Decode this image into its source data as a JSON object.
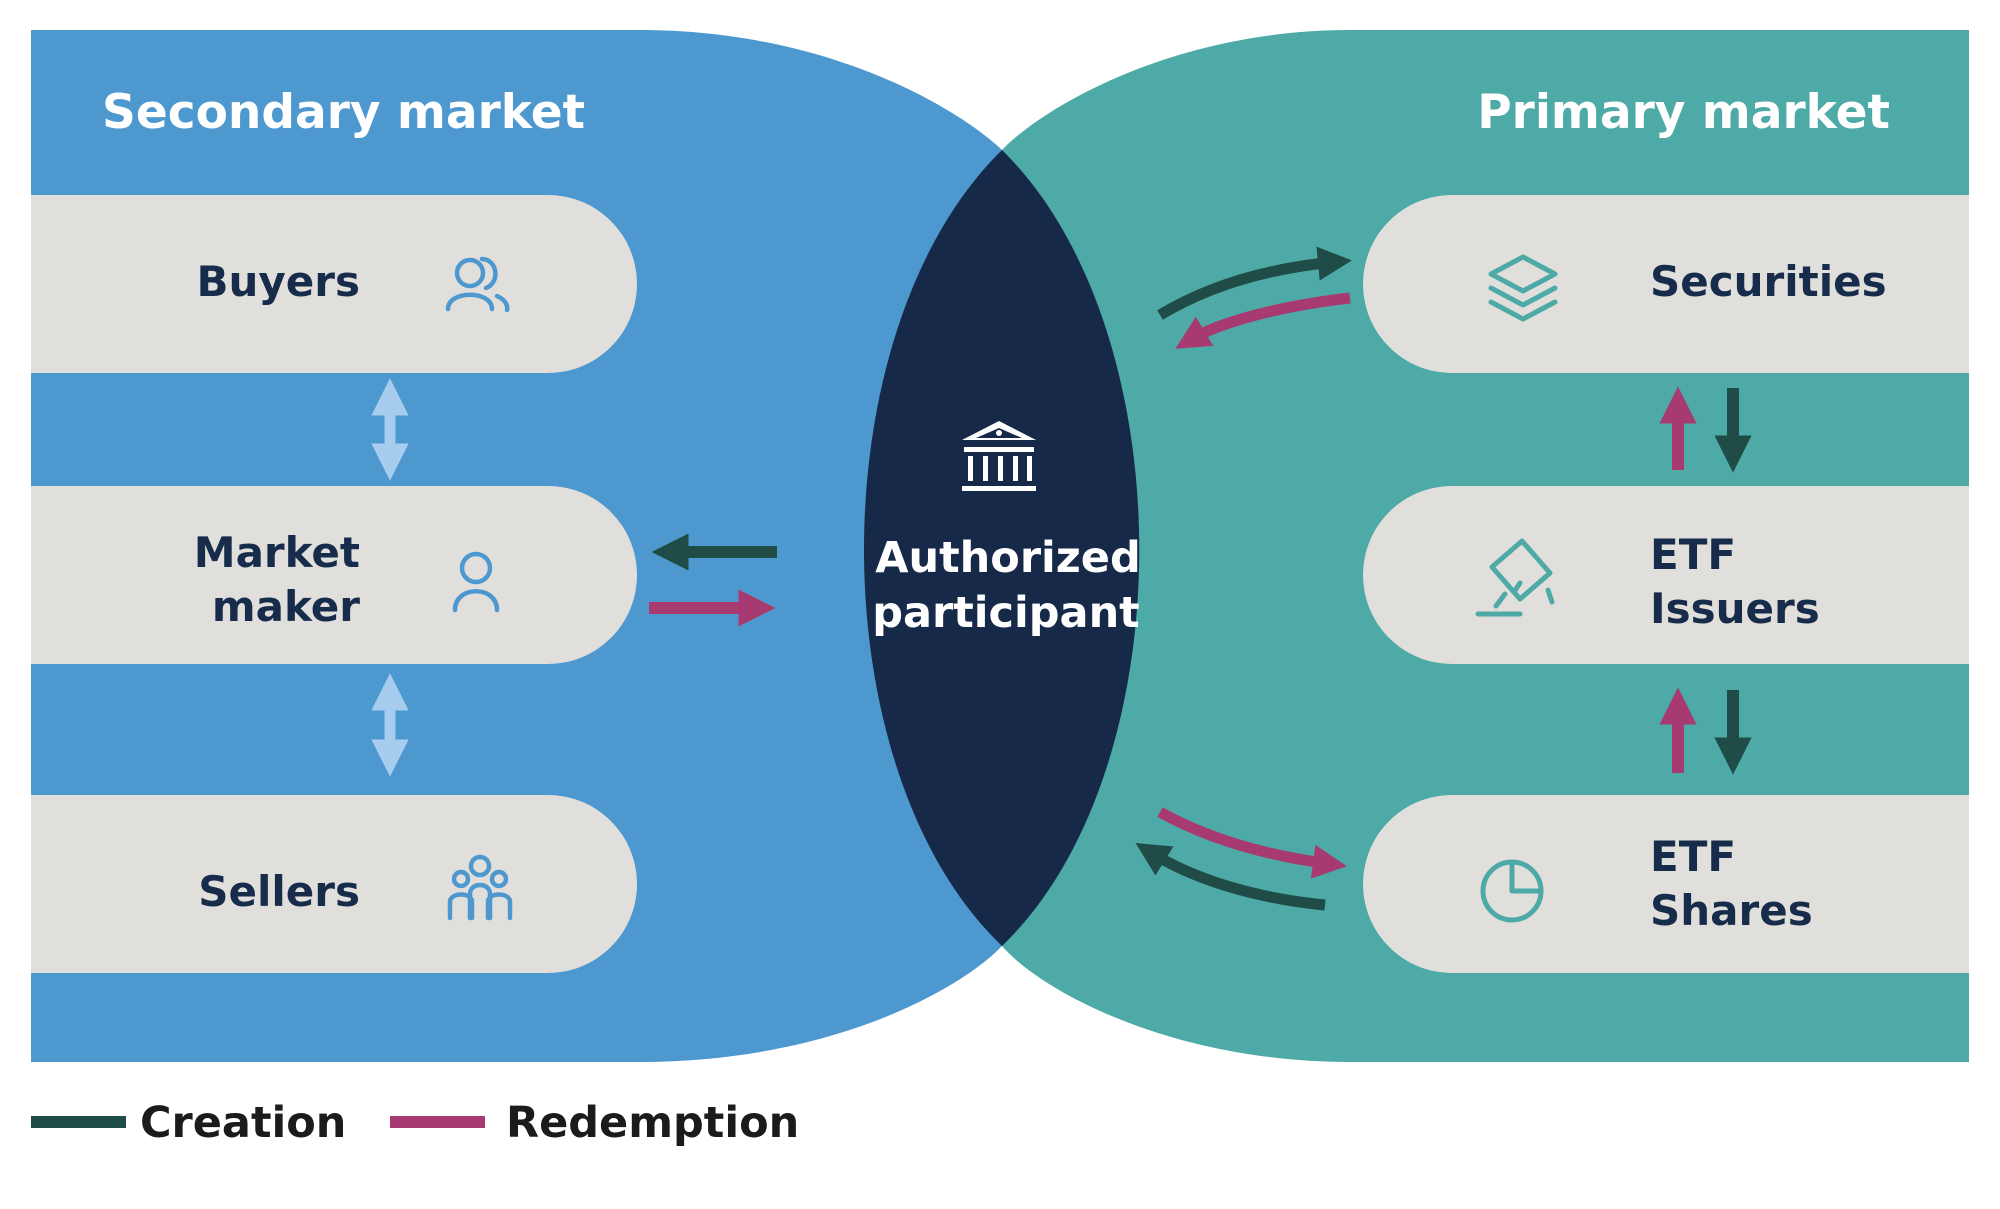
{
  "colors": {
    "secondary_blue": "#4e98d0",
    "primary_teal": "#4daaa6",
    "center_navy": "#172948",
    "pill_gray": "#e1dfdb",
    "text_navy": "#172b4a",
    "creation_green": "#1f4c46",
    "redemption_magenta": "#a83a72",
    "light_arrow": "#a7cdee",
    "icon_blue": "#4e98d0",
    "icon_teal": "#4daaa6"
  },
  "secondary_market": {
    "title": "Secondary market",
    "pills": [
      {
        "id": "buyers",
        "lines": [
          "Buyers"
        ],
        "icon": "users-icon"
      },
      {
        "id": "market-maker",
        "lines": [
          "Market",
          "maker"
        ],
        "icon": "user-icon"
      },
      {
        "id": "sellers",
        "lines": [
          "Sellers"
        ],
        "icon": "group-icon"
      }
    ]
  },
  "primary_market": {
    "title": "Primary market",
    "pills": [
      {
        "id": "securities",
        "lines": [
          "Securities"
        ],
        "icon": "layers-icon"
      },
      {
        "id": "etf-issuers",
        "lines": [
          "ETF",
          "Issuers"
        ],
        "icon": "gavel-icon"
      },
      {
        "id": "etf-shares",
        "lines": [
          "ETF",
          "Shares"
        ],
        "icon": "pie-chart-icon"
      }
    ]
  },
  "center": {
    "lines": [
      "Authorized",
      "participant"
    ],
    "icon": "bank-icon"
  },
  "legend": [
    {
      "label": "Creation",
      "color": "#1f4c46"
    },
    {
      "label": "Redemption",
      "color": "#a83a72"
    }
  ]
}
